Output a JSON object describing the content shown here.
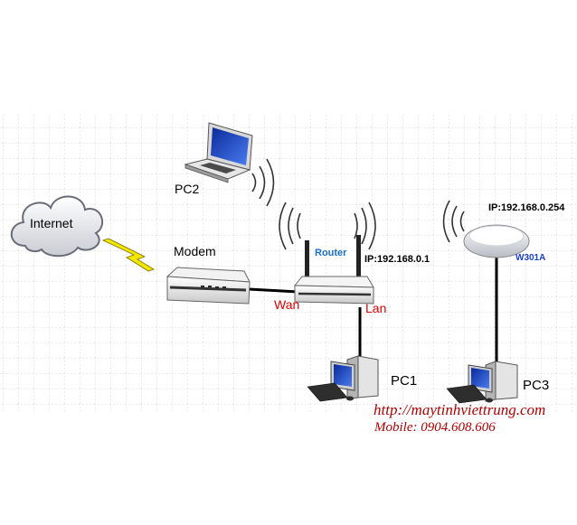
{
  "labels": {
    "internet": "Internet",
    "modem": "Modem",
    "router": "Router",
    "router_ip": "IP:192.168.0.1",
    "wan": "Wan",
    "lan": "Lan",
    "pc1": "PC1",
    "pc2": "PC2",
    "pc3": "PC3",
    "ap_ip": "IP:192.168.0.254",
    "ap_model": "W301A"
  },
  "watermark": {
    "url": "http://maytinhviettrung.com",
    "phone": "Mobile: 0904.608.606"
  },
  "colors": {
    "grid": "#cfcfcf",
    "link": "#000000",
    "port_label": "#e00000",
    "router_label": "#1a6fc4",
    "ap_model": "#1a3fd0",
    "watermark": "#b00000",
    "lightning": "#f2e600"
  }
}
